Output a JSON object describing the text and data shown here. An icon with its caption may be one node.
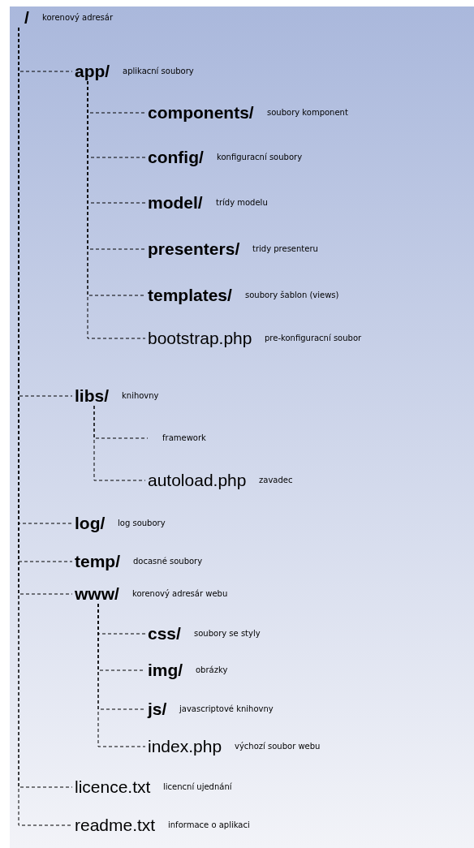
{
  "diagram": {
    "nodes": [
      {
        "text": [
          "/"
        ],
        "beside": [
          "korenový adresár"
        ]
      },
      {
        "text": [
          "app/"
        ],
        "beside": [
          "aplikacní soubory"
        ]
      },
      {
        "text": [
          "components/"
        ],
        "beside": [
          "soubory komponent"
        ]
      },
      {
        "text": [
          "config/"
        ],
        "beside": [
          "konfiguracní soubory"
        ]
      },
      {
        "text": [
          "model/"
        ],
        "beside": [
          "trídy modelu"
        ]
      },
      {
        "text": [
          "presenters/"
        ],
        "beside": [
          "tridy presenteru"
        ]
      },
      {
        "text": [
          "templates/"
        ],
        "beside": [
          "soubory šablon (views)"
        ]
      },
      {
        "text": [
          "bootstrap.php"
        ],
        "beside": [
          "pre-konfiguracní soubor"
        ]
      },
      {
        "text": [
          "libs/"
        ],
        "beside": [
          "knihovny"
        ]
      },
      {
        "text": [
          "autoload.php"
        ],
        "beside": [
          "zavadec"
        ]
      },
      {
        "text": [
          "log/"
        ],
        "beside": [
          "log soubory"
        ]
      },
      {
        "text": [
          "temp/"
        ],
        "beside": [
          "docasné soubory"
        ]
      },
      {
        "text": [
          "www/"
        ],
        "beside": [
          "korenový adresár webu"
        ]
      },
      {
        "text": [
          "css/"
        ],
        "beside": [
          "soubory se styly"
        ]
      },
      {
        "text": [
          "img/"
        ],
        "beside": [
          "obrázky"
        ]
      },
      {
        "text": [
          "js/"
        ],
        "beside": [
          "javascriptové knihovny"
        ]
      },
      {
        "text": [
          "index.php"
        ],
        "beside": [
          "výchozí soubor webu"
        ]
      },
      {
        "text": [
          "licence.txt"
        ],
        "beside": [
          "licencní ujednání"
        ]
      },
      {
        "text": [
          "readme.txt"
        ],
        "beside": [
          "informace o aplikaci"
        ]
      }
    ],
    "edges": [
      {
        "from": 0,
        "to": 1,
        "arrow": "none"
      },
      {
        "from": 1,
        "to": 2,
        "arrow": "none"
      },
      {
        "from": 1,
        "to": 3,
        "arrow": "none"
      },
      {
        "from": 1,
        "to": 4,
        "arrow": "none"
      },
      {
        "from": 1,
        "to": 5,
        "arrow": "none"
      },
      {
        "from": 1,
        "to": 6,
        "arrow": "none"
      },
      {
        "from": 1,
        "to": 7,
        "arrow": "none"
      },
      {
        "from": 0,
        "to": 8,
        "arrow": "none"
      },
      {
        "from": 8,
        "to": null,
        "arrow": "none"
      },
      {
        "from": 8,
        "to": 9,
        "arrow": "none"
      },
      {
        "from": 0,
        "to": 10,
        "arrow": "none"
      },
      {
        "from": 0,
        "to": 11,
        "arrow": "none"
      },
      {
        "from": 0,
        "to": 12,
        "arrow": "none"
      },
      {
        "from": 12,
        "to": 13,
        "arrow": "none"
      },
      {
        "from": 12,
        "to": 14,
        "arrow": "none"
      },
      {
        "from": 12,
        "to": 15,
        "arrow": "none"
      },
      {
        "from": 12,
        "to": 16,
        "arrow": "none"
      },
      {
        "from": 0,
        "to": 17,
        "arrow": "none"
      },
      {
        "from": 0,
        "to": 18,
        "arrow": "none"
      }
    ],
    "labels": [
      "framework"
    ]
  }
}
